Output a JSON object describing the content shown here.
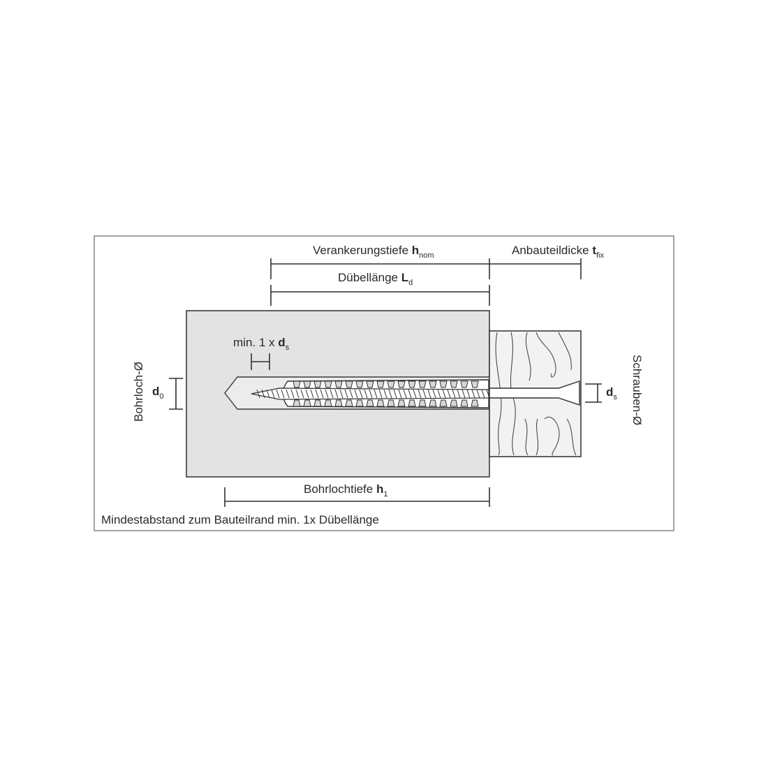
{
  "labels": {
    "anchorage_depth": {
      "text": "Verankerungstiefe ",
      "sym": "h",
      "sub": "nom"
    },
    "fixture_thickness": {
      "text": "Anbauteildicke ",
      "sym": "t",
      "sub": "fix"
    },
    "plug_length": {
      "text": "Dübellänge ",
      "sym": "L",
      "sub": "d"
    },
    "min_distance": {
      "text": "min. 1 x ",
      "sym": "d",
      "sub": "s"
    },
    "drill_hole_dia": {
      "text": "Bohrloch-Ø"
    },
    "d0": {
      "sym": "d",
      "sub": "0"
    },
    "screw_dia": {
      "text": "Schrauben-Ø"
    },
    "ds": {
      "sym": "d",
      "sub": "s"
    },
    "drill_depth": {
      "text": "Bohrlochtiefe ",
      "sym": "h",
      "sub": "1"
    }
  },
  "note": "Mindestabstand zum Bauteilrand min. 1x Dübellänge",
  "colors": {
    "frame": "#666666",
    "concrete": "#e3e3e3",
    "wood": "#f2f2f2",
    "lines": "#2f2f2f"
  }
}
